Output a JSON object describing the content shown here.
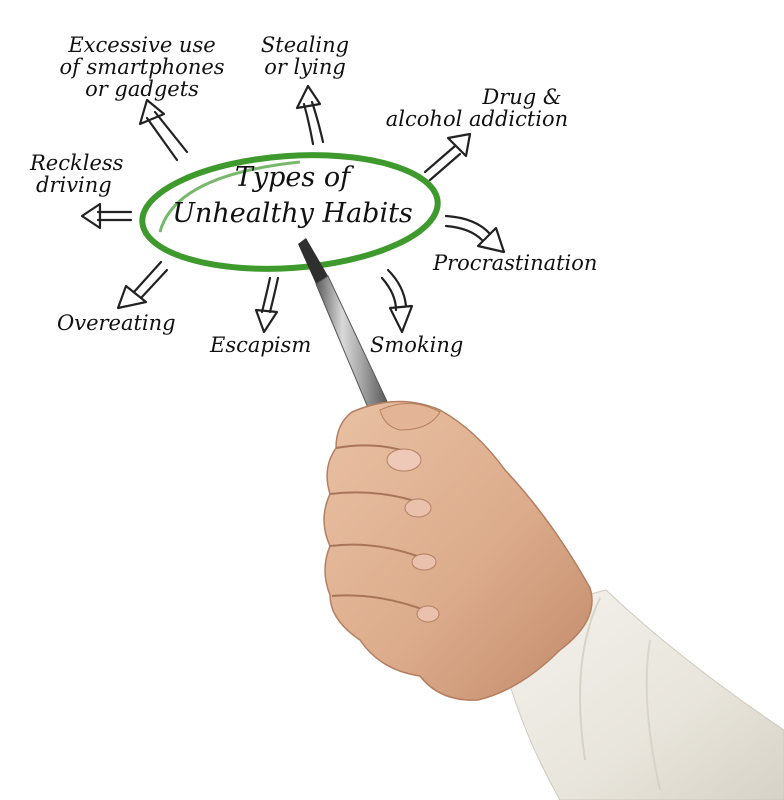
{
  "center": {
    "line1": "Types of",
    "line2": "Unhealthy Habits",
    "ring_color": "#3f9a2e"
  },
  "habits": {
    "excessive": [
      "Excessive use",
      "of smartphones",
      "or gadgets"
    ],
    "stealing": [
      "Stealing",
      "or lying"
    ],
    "drug": [
      "Drug &",
      "alcohol addiction"
    ],
    "reckless": [
      "Reckless",
      "driving"
    ],
    "procrastination": "Procrastination",
    "overeating": "Overeating",
    "escapism": "Escapism",
    "smoking": "Smoking"
  },
  "arrow_color": "#222222",
  "photo": {
    "subject": "hand-holding-pen",
    "sleeve_color": "#ece9e1",
    "skin_color": "#dcac8c"
  }
}
